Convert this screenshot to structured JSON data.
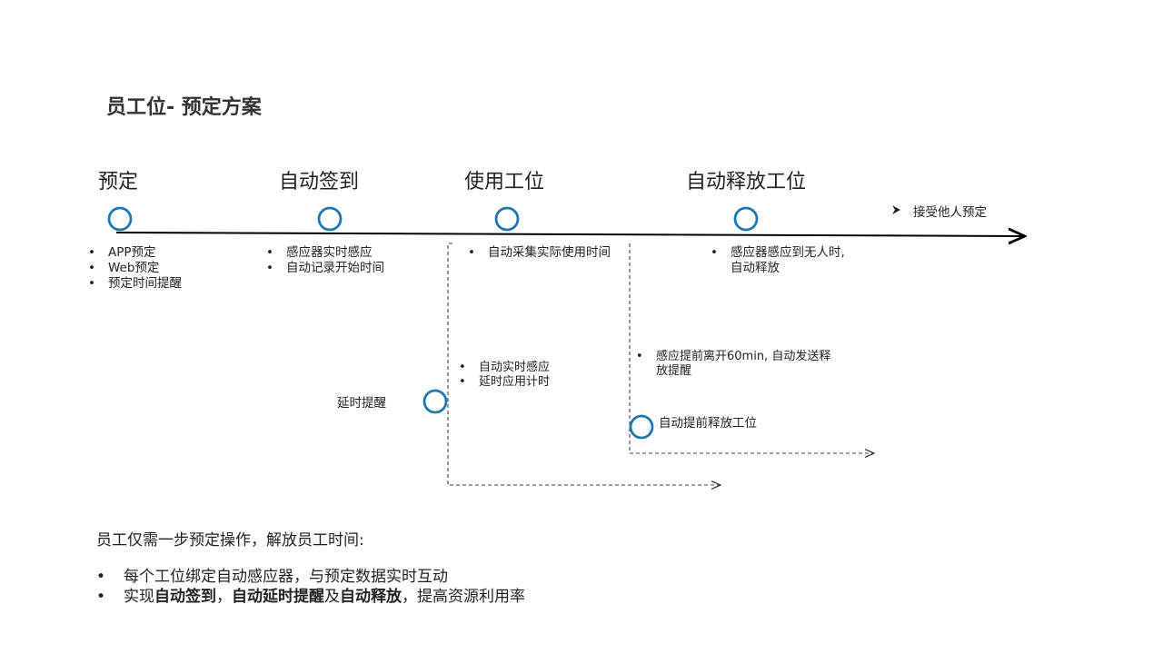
{
  "title": "员工位- 预定方案",
  "stages": [
    "预定",
    "自动签到",
    "使用工位",
    "自动释放工位"
  ],
  "accept_label": "接受他人预定",
  "stage_bullets": {
    "reserve": [
      "APP预定",
      "Web预定",
      "预定时间提醒"
    ],
    "checkin": [
      "感应器实时感应",
      "自动记录开始时间"
    ],
    "use": [
      "自动采集实际使用时间"
    ],
    "release": [
      "感应器感应到无人时,",
      "自动释放"
    ]
  },
  "delay": {
    "label": "延时提醒",
    "bullets": [
      "自动实时感应",
      "延时应用计时"
    ]
  },
  "early": {
    "bullet_line1": "感应提前离开60min, 自动发送释",
    "bullet_line2": "放提醒",
    "label": "自动提前释放工位"
  },
  "summary": {
    "intro": "员工仅需一步预定操作，解放员工时间:",
    "line1": "每个工位绑定自动感应器，与预定数据实时互动",
    "line2": {
      "p1": "实现",
      "b1": "自动签到",
      "p2": "，",
      "b2": "自动延时提醒",
      "p3": "及",
      "b3": "自动释放",
      "p4": "，提高资源利用率"
    }
  },
  "colors": {
    "circle": "#1f77b4",
    "line": "#000000",
    "dashed": "#444444"
  }
}
